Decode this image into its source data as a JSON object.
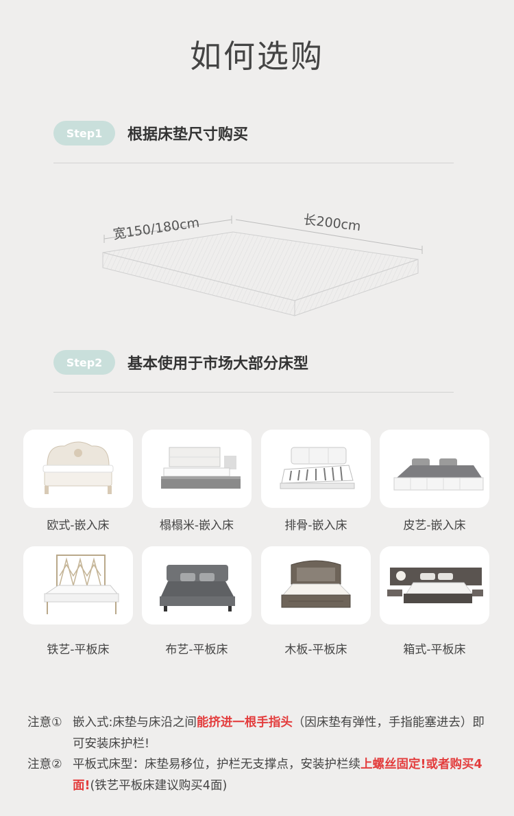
{
  "title": "如何选购",
  "step1": {
    "label": "Step1",
    "text": "根据床垫尺寸购买"
  },
  "mattress": {
    "width_label": "宽150/180cm",
    "length_label": "长200cm"
  },
  "step2": {
    "label": "Step2",
    "text": "基本使用于市场大部分床型"
  },
  "beds": [
    {
      "name": "欧式-嵌入床",
      "icon": "european-bed-icon"
    },
    {
      "name": "榻榻米-嵌入床",
      "icon": "tatami-bed-icon"
    },
    {
      "name": "排骨-嵌入床",
      "icon": "slat-frame-bed-icon"
    },
    {
      "name": "皮艺-嵌入床",
      "icon": "leather-bed-icon"
    },
    {
      "name": "铁艺-平板床",
      "icon": "iron-bed-icon"
    },
    {
      "name": "布艺-平板床",
      "icon": "fabric-bed-icon"
    },
    {
      "name": "木板-平板床",
      "icon": "wooden-bed-icon"
    },
    {
      "name": "箱式-平板床",
      "icon": "storage-bed-icon"
    }
  ],
  "notes": [
    {
      "label": "注意①",
      "pre": "嵌入式:床垫与床沿之间",
      "highlight": "能挤进一根手指头",
      "post": "（因床垫有弹性，手指能塞进去）即可安装床护栏!"
    },
    {
      "label": "注意②",
      "pre": "平板式床型：床垫易移位，护栏无支撑点，安装护栏续",
      "highlight": "上螺丝固定!或者购买4面!",
      "post": "(铁艺平板床建议购买4面)"
    }
  ],
  "colors": {
    "pill": "#c9dfdb",
    "highlight": "#e33d3d",
    "background": "#efeeed"
  }
}
